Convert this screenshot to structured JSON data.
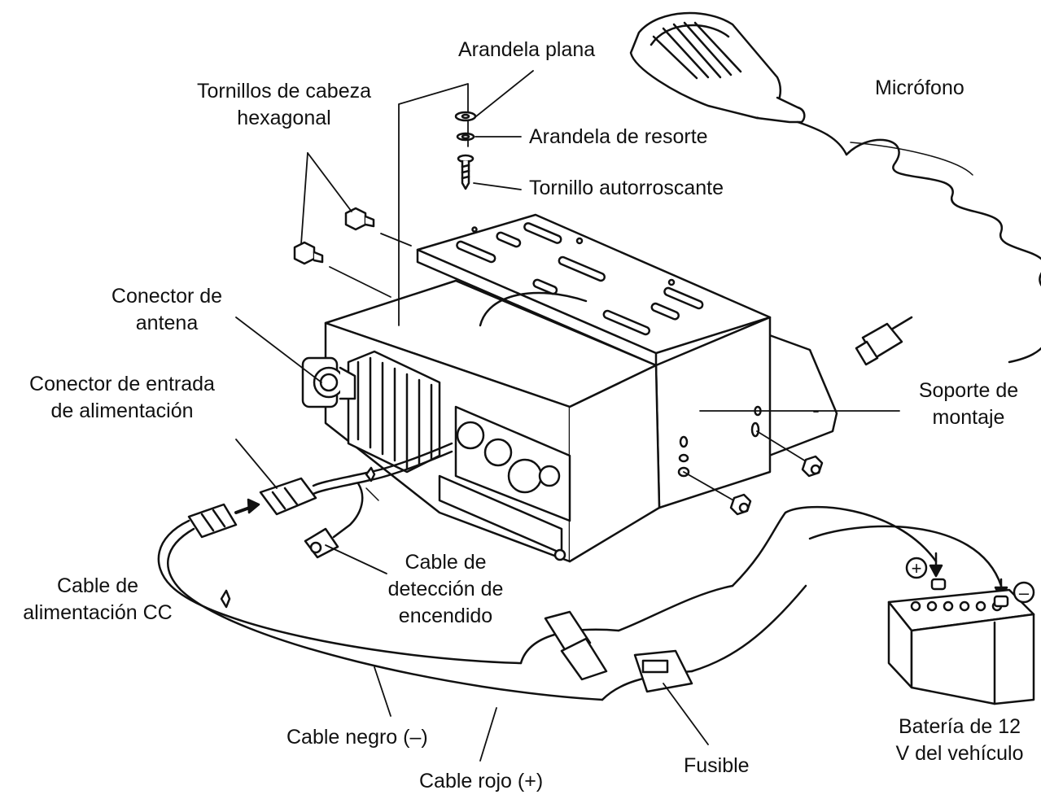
{
  "labels": {
    "arandela_plana": "Arandela plana",
    "tornillos_l1": "Tornillos de cabeza",
    "tornillos_l2": "hexagonal",
    "microfono": "Micrófono",
    "arandela_resorte": "Arandela de resorte",
    "tornillo_auto": "Tornillo autorroscante",
    "conector_antena_l1": "Conector de",
    "conector_antena_l2": "antena",
    "conector_entrada_l1": "Conector de entrada",
    "conector_entrada_l2": "de alimentación",
    "soporte_l1": "Soporte de",
    "soporte_l2": "montaje",
    "cable_det_l1": "Cable de",
    "cable_det_l2": "detección de",
    "cable_det_l3": "encendido",
    "cable_alim_l1": "Cable de",
    "cable_alim_l2": "alimentación CC",
    "bateria_l1": "Batería de 12",
    "bateria_l2": "V del vehículo",
    "cable_negro": "Cable negro (–)",
    "fusible": "Fusible",
    "cable_rojo": "Cable rojo (+)"
  },
  "symbols": {
    "plus": "+",
    "minus": "–"
  },
  "colors": {
    "line": "#111111",
    "fill": "#ffffff",
    "shade": "#d8d8d8"
  }
}
